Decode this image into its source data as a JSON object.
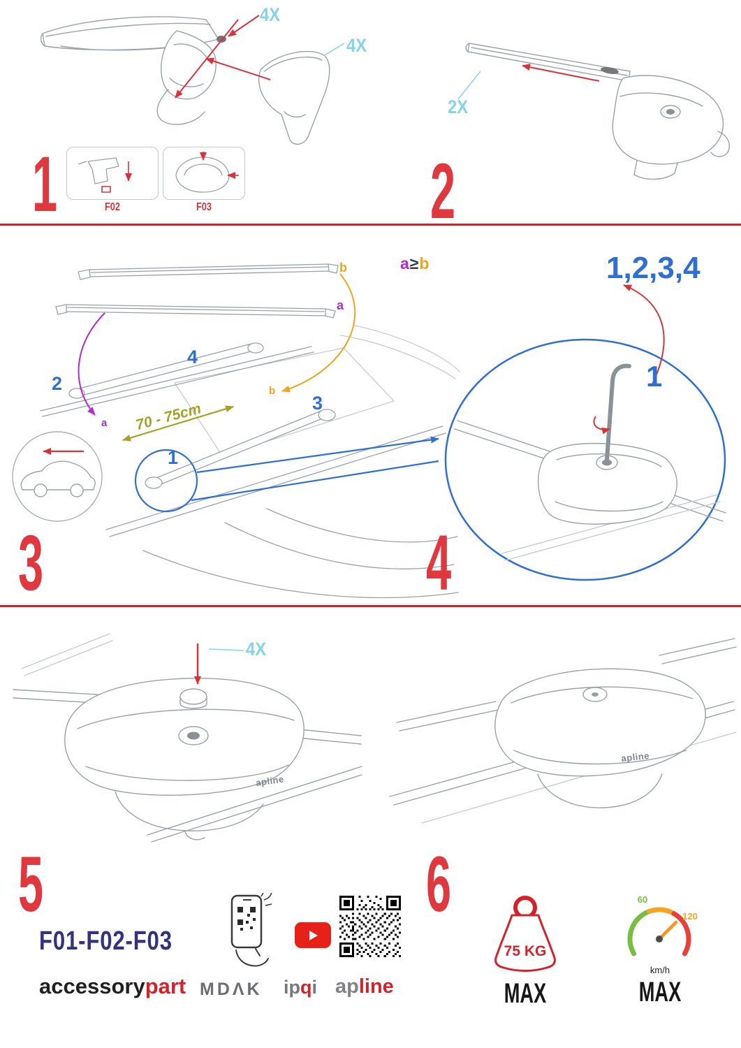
{
  "colors": {
    "step_number_red": "#e0383f",
    "accent_red": "#d2232a",
    "quantity_cyan": "#85d4ea",
    "highlight_blue": "#2f6ed3",
    "dim_purple": "#b22ad4",
    "dim_orange": "#f0a31d",
    "distance_olive": "#a6a223",
    "codes_navy": "#32327e",
    "lineart_gray": "#9aa1a8"
  },
  "step1": {
    "num": "1",
    "qty_clamps": "4X",
    "qty_covers": "4X",
    "inset_left": "F02",
    "inset_right": "F03"
  },
  "step2": {
    "num": "2",
    "qty": "2X"
  },
  "step3": {
    "num": "3",
    "bar_a": "a",
    "bar_b": "b",
    "rule_a": "a",
    "rule_op": "≥",
    "rule_b": "b",
    "foot_1": "1",
    "foot_2": "2",
    "foot_3": "3",
    "foot_4": "4",
    "roof_a": "a",
    "roof_b": "b",
    "distance": "70 - 75cm"
  },
  "step4": {
    "num": "4",
    "sequence": "1,2,3,4",
    "first": "1"
  },
  "step5": {
    "num": "5",
    "qty": "4X",
    "logo": "apline"
  },
  "step6": {
    "num": "6",
    "logo": "apline"
  },
  "footer": {
    "codes": "F01-F02-F03",
    "brand_accessory": "accessory",
    "brand_part": "part",
    "brand_mdak": "MDΛK",
    "brand_ip": "ip",
    "brand_q": "q",
    "brand_i": "i",
    "brand_ap": "ap",
    "brand_line": "line",
    "weight_value": "75 KG",
    "weight_max": "MAX",
    "speed_low": "60",
    "speed_high": "120",
    "speed_unit": "km/h",
    "speed_max": "MAX"
  }
}
